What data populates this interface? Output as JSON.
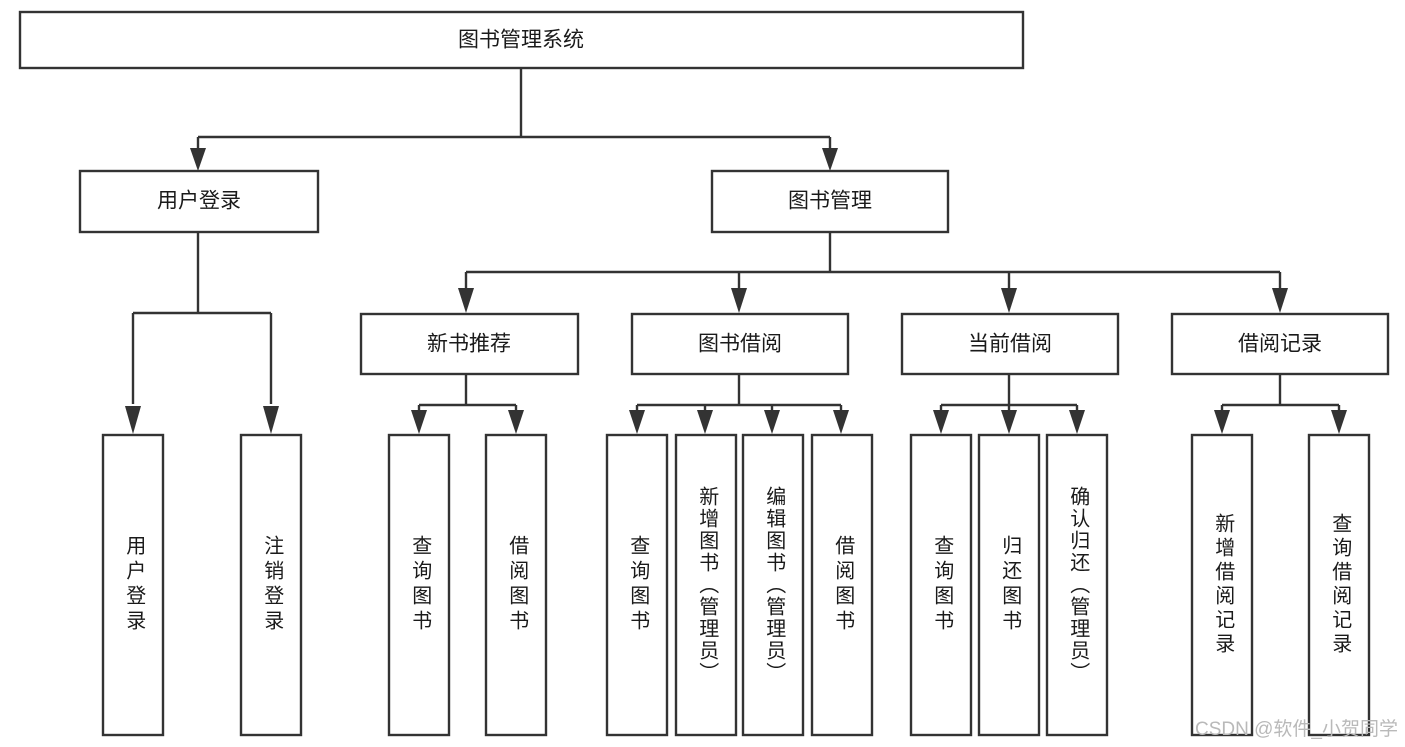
{
  "diagram": {
    "title": "图书管理系统",
    "type": "tree-hierarchy",
    "orientation": "top-down",
    "root": {
      "label": "图书管理系统"
    },
    "level2": [
      {
        "label": "用户登录"
      },
      {
        "label": "图书管理"
      }
    ],
    "level3": [
      {
        "label": "新书推荐"
      },
      {
        "label": "图书借阅"
      },
      {
        "label": "当前借阅"
      },
      {
        "label": "借阅记录"
      }
    ],
    "leaves": {
      "user_login": [
        {
          "label": "用户登录"
        },
        {
          "label": "注销登录"
        }
      ],
      "new_book_recommend": [
        {
          "label": "查询图书"
        },
        {
          "label": "借阅图书"
        }
      ],
      "book_borrow": [
        {
          "label": "查询图书"
        },
        {
          "label": "新增图书（管理员）"
        },
        {
          "label": "编辑图书（管理员）"
        },
        {
          "label": "借阅图书"
        }
      ],
      "current_borrow": [
        {
          "label": "查询图书"
        },
        {
          "label": "归还图书"
        },
        {
          "label": "确认归还（管理员）"
        }
      ],
      "borrow_record": [
        {
          "label": "新增借阅记录"
        },
        {
          "label": "查询借阅记录"
        }
      ]
    }
  },
  "watermark": {
    "text": "CSDN @软件_小贺同学"
  },
  "colors": {
    "stroke": "#333333",
    "box_fill": "#ffffff",
    "text": "#1a1a1a",
    "watermark": "#b9b9b9",
    "background": "#ffffff"
  }
}
